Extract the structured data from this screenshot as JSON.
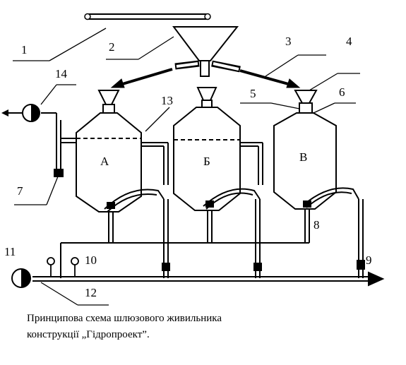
{
  "diagram": {
    "callouts": [
      "1",
      "2",
      "3",
      "4",
      "5",
      "6",
      "7",
      "8",
      "9",
      "10",
      "11",
      "12",
      "13",
      "14"
    ],
    "tanks": [
      "А",
      "Б",
      "В"
    ]
  },
  "caption": {
    "line1": "Принципова схема шлюзового живильника",
    "line2": "конструкції „Гідропроект”."
  }
}
